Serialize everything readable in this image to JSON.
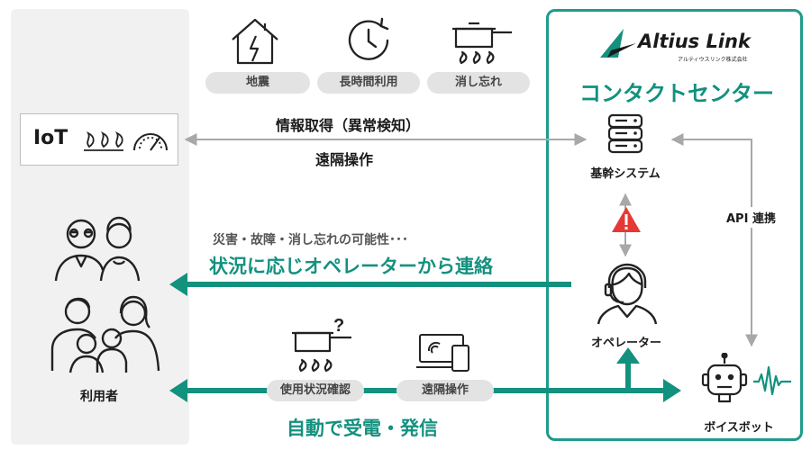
{
  "top_icons": [
    {
      "icon": "house-earthquake-icon",
      "label": "地震"
    },
    {
      "icon": "clock-icon",
      "label": "長時間利用"
    },
    {
      "icon": "pot-stove-icon",
      "label": "消し忘れ"
    }
  ],
  "company": {
    "logo_text": "Altius Link",
    "logo_subtext": "アルティウスリンク株式会社",
    "center_title": "コンタクトセンター"
  },
  "iot": {
    "label": "IoT",
    "icons": [
      "gas-burner-icon",
      "gauge-icon"
    ]
  },
  "flows": {
    "info_acquire": "情報取得（異常検知）",
    "remote_op_top": "遠隔操作",
    "possibility": "災害・故障・消し忘れの可能性･･･",
    "contact": "状況に応じオペレーターから連絡",
    "auto": "自動で受電・発信",
    "usage_check": "使用状況確認",
    "remote_op_bottom": "遠隔操作",
    "api": "API 連携"
  },
  "nodes": {
    "core_system": "基幹システム",
    "operator": "オペレーター",
    "voicebot": "ボイスボット",
    "users": "利用者"
  },
  "colors": {
    "teal": "#13917f",
    "border_teal": "#1f9b8a",
    "gray_arrow": "#a8a8a8",
    "warning": "#e53935"
  }
}
